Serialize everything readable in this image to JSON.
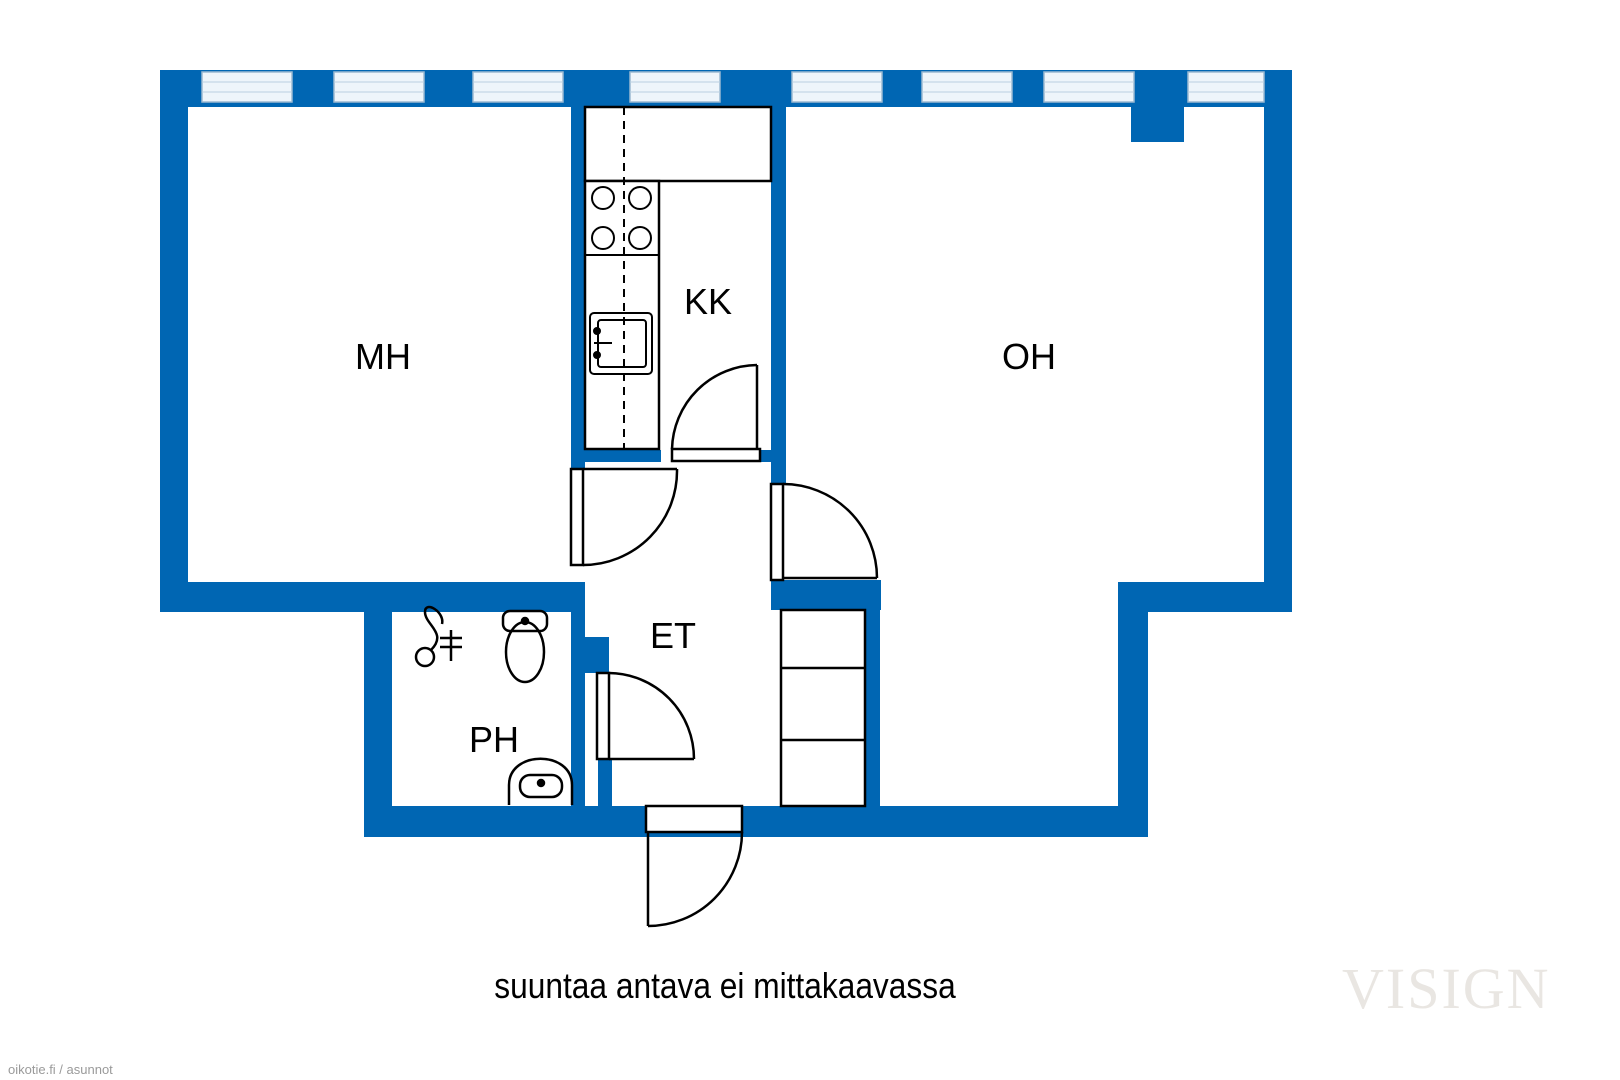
{
  "rooms": {
    "mh": "MH",
    "kk": "KK",
    "oh": "OH",
    "et": "ET",
    "ph": "PH"
  },
  "caption": "suuntaa antava ei mittakaavassa",
  "watermark": "VISIGN",
  "credit": "oikotie.fi / asunnot",
  "colors": {
    "wall": "#0066b3",
    "line": "#000000",
    "window": "#e8f1f8",
    "background": "#ffffff"
  }
}
